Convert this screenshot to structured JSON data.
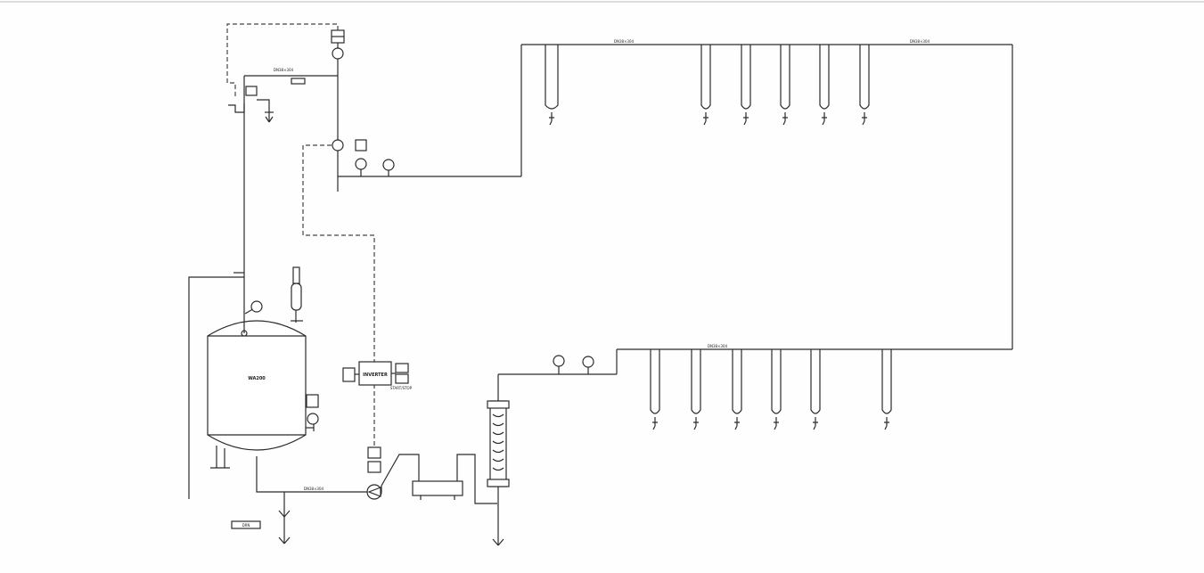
{
  "title": "",
  "labels": {
    "tank_tag": "WA200",
    "inverter": "INVERTER",
    "inverter_sub": "START/STOP",
    "bottom_box": "DRN",
    "pipe_spec_1": "DN38×304",
    "pipe_spec_2": "DN38×304",
    "pipe_spec_3": "DN38×304",
    "pipe_spec_4": "DN38×304",
    "pipe_spec_5": "DN38×304"
  },
  "colors": {
    "line": "#2b2b2b",
    "signal": "#444444",
    "background": "#fefefe"
  }
}
